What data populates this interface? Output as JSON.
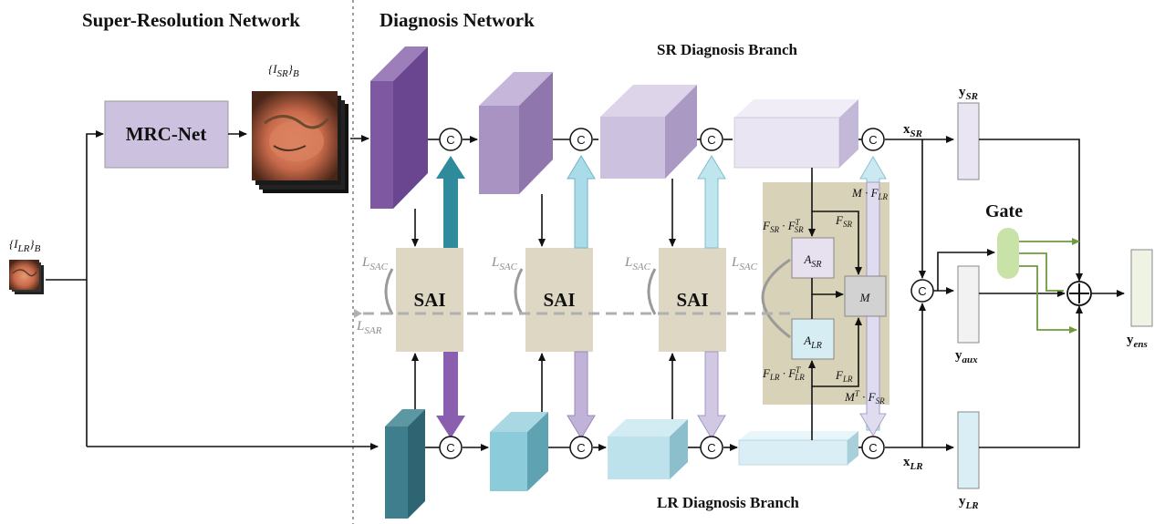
{
  "headers": {
    "sr_network": "Super-Resolution Network",
    "diagnosis_network": "Diagnosis Network",
    "sr_branch": "SR Diagnosis Branch",
    "lr_branch": "LR Diagnosis Branch"
  },
  "inputs": {
    "lr_set": "{I",
    "lr_sub": "LR",
    "lr_tail": "}",
    "lr_B": "B",
    "sr_set": "{I",
    "sr_sub": "SR",
    "sr_tail": "}",
    "sr_B": "B"
  },
  "mrcnet": {
    "label": "MRC-Net"
  },
  "sai": {
    "label": "SAI"
  },
  "concat_symbol": "C",
  "losses": {
    "sac": "L",
    "sac_sub": "SAC",
    "sar": "L",
    "sar_sub": "SAR"
  },
  "fusion": {
    "a_sr": "A",
    "a_sr_sub": "SR",
    "a_lr": "A",
    "a_lr_sub": "LR",
    "m": "M",
    "f_sr": "F",
    "f_sr_sub": "SR",
    "f_lr": "F",
    "f_lr_sub": "LR",
    "fsr_fsrT": "F",
    "fsr_fsrT_sub": "SR",
    "fsr_fsrT_mid": " · F",
    "fsr_fsrT_sup": "T",
    "flr_flrT": "F",
    "flr_flrT_sub": "LR",
    "flr_flrT_mid": " · F",
    "flr_flrT_sup": "T",
    "m_flr": "M · F",
    "m_flr_sub": "LR",
    "mT_fsr": "M",
    "mT_fsr_sup": "T",
    "mT_fsr_mid": " · F",
    "mT_fsr_sub": "SR"
  },
  "outputs": {
    "x_sr": "x",
    "x_sr_sub": "SR",
    "x_lr": "x",
    "x_lr_sub": "LR",
    "y_sr": "y",
    "y_sr_sub": "SR",
    "y_lr": "y",
    "y_lr_sub": "LR",
    "y_aux": "y",
    "y_aux_sub": "aux",
    "y_ens": "y",
    "y_ens_sub": "ens",
    "gate": "Gate",
    "plus": "+"
  },
  "colors": {
    "purple_dark": "#7e58a0",
    "purple_mid": "#a993c3",
    "purple_light": "#cdc1e0",
    "purple_pale": "#eae5f3",
    "teal_dark": "#3f7f8d",
    "teal_mid": "#8ccbd9",
    "teal_light": "#bde2ec",
    "teal_pale": "#daeff5",
    "sai_fill": "#ddd7c3",
    "fusion_bg": "#d8d2b8",
    "gate": "#c9e2a8",
    "arrow_green": "#6f9a3f",
    "arrow_teal": "#2f8a9c",
    "arrow_lightblue": "#a9dce8",
    "arrow_purple": "#8a5fb0",
    "arrow_lilac": "#c0b2d8"
  }
}
